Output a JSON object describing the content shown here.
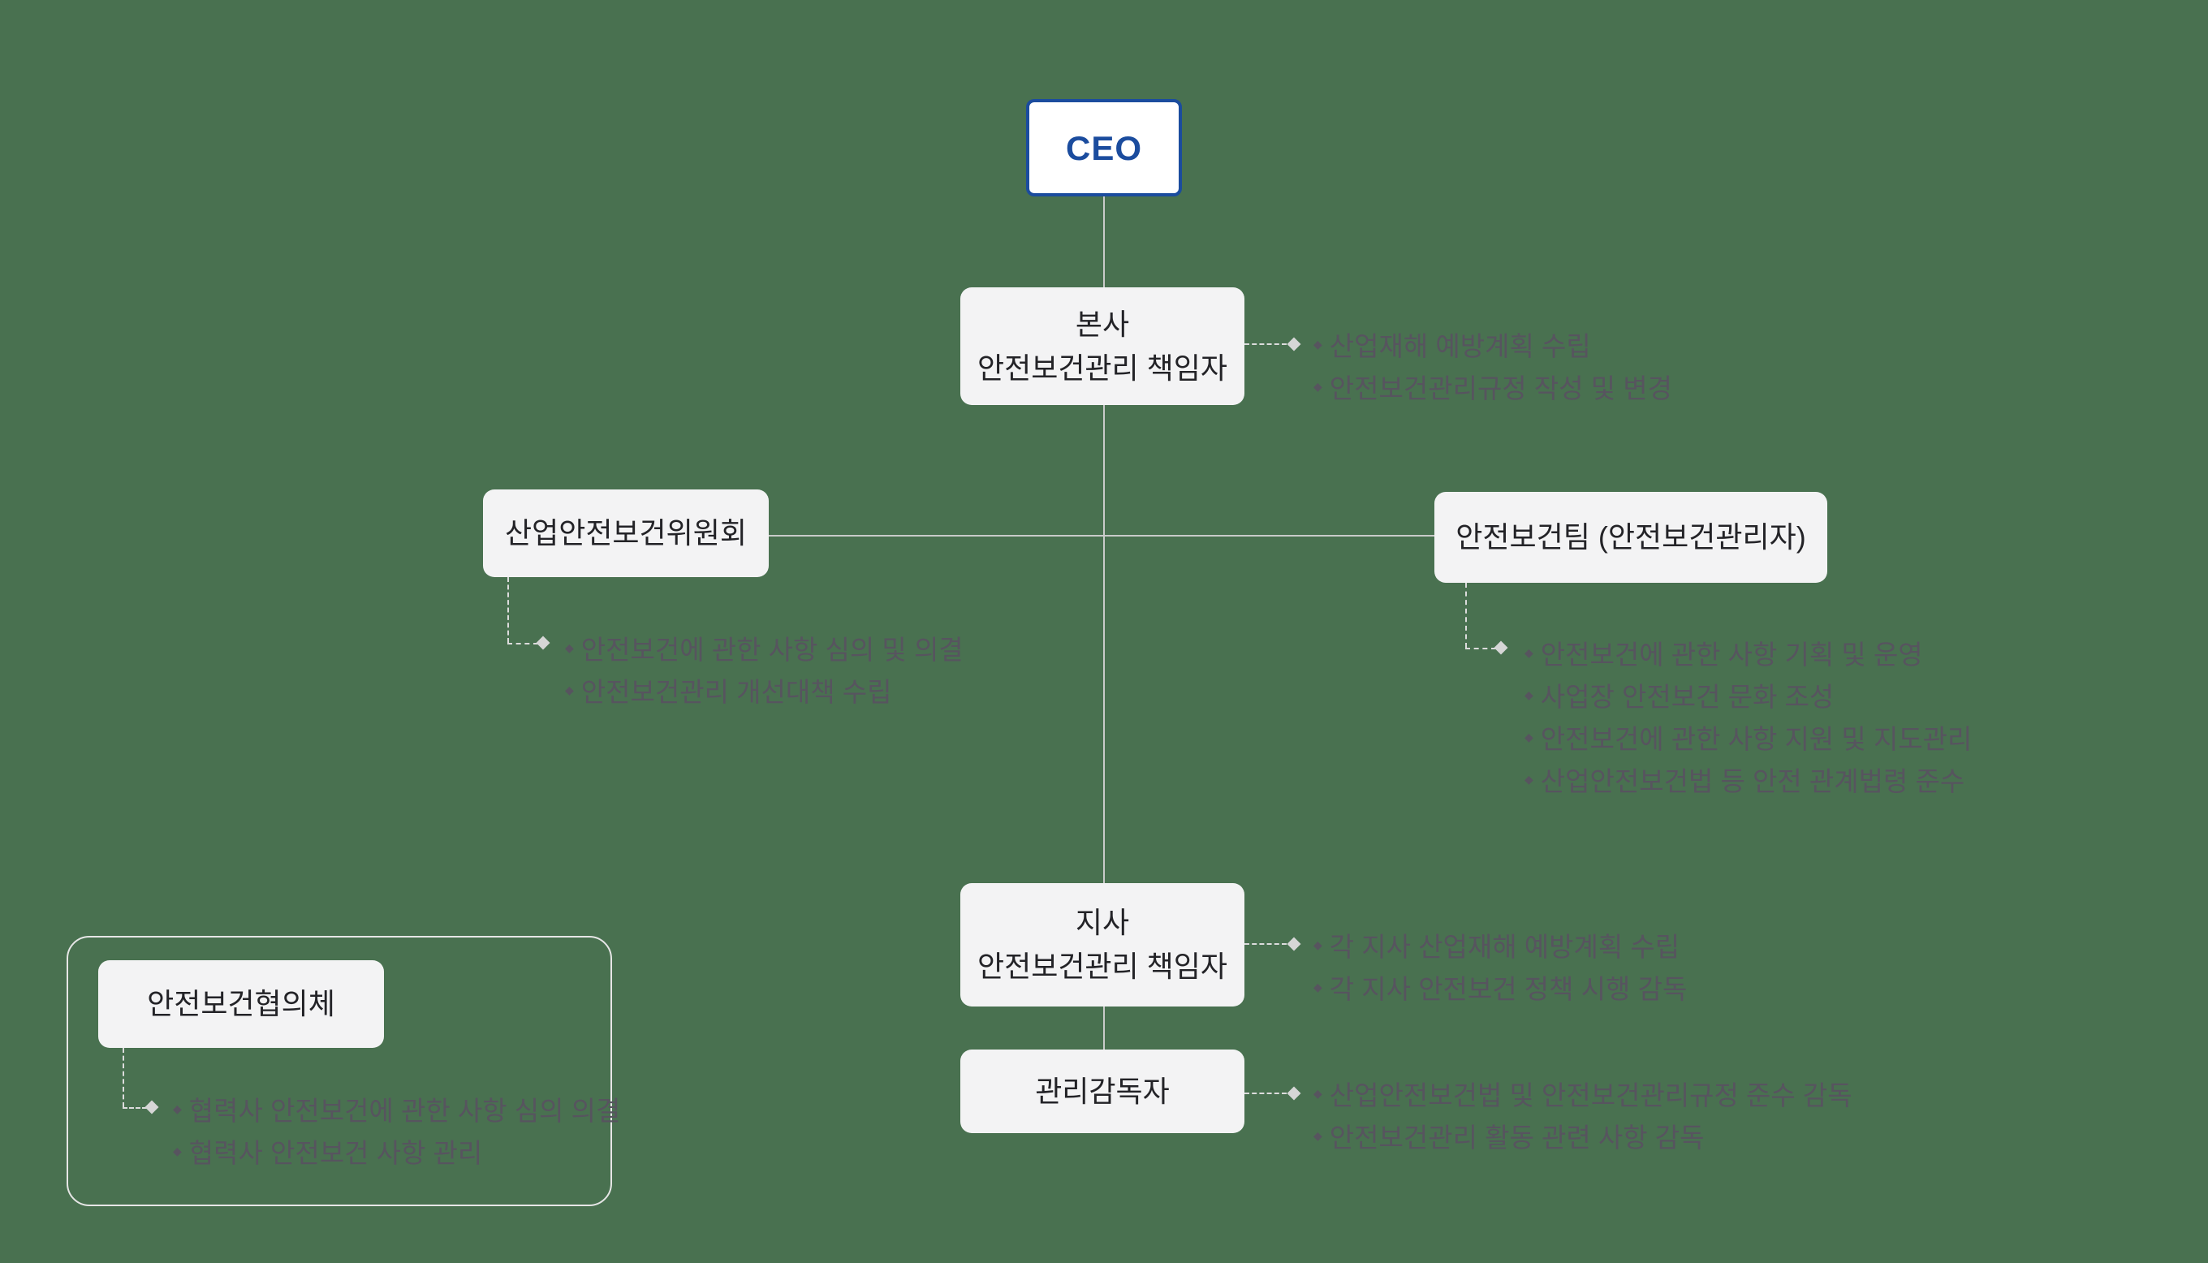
{
  "ui": {
    "bullet": "◆"
  },
  "colors": {
    "background": "#497150",
    "node_fill": "#f3f3f4",
    "ceo_accent": "#1b4c9e",
    "solid_line": "#c9cbc9",
    "dashed_line": "#dcdcdc",
    "annotation_text": "#57545f",
    "node_text": "#232327"
  },
  "org": {
    "ceo": {
      "label": "CEO"
    },
    "hq": {
      "label_line1": "본사",
      "label_line2": "안전보건관리 책임자",
      "duties": [
        "산업재해 예방계획 수립",
        "안전보건관리규정 작성 및 변경"
      ]
    },
    "committee": {
      "label": "산업안전보건위원회",
      "duties": [
        "안전보건에 관한 사항 심의 및 의결",
        "안전보건관리 개선대책 수립"
      ]
    },
    "team": {
      "label": "안전보건팀 (안전보건관리자)",
      "duties": [
        "안전보건에 관한 사항 기획 및 운영",
        "사업장 안전보건 문화 조성",
        "안전보건에 관한 사항 지원 및 지도관리",
        "산업안전보건법 등 안전 관계법령 준수"
      ]
    },
    "branch": {
      "label_line1": "지사",
      "label_line2": "안전보건관리 책임자",
      "duties": [
        "각 지사 산업재해 예방계획 수립",
        "각 지사 안전보건 정책 시행 감독"
      ]
    },
    "supervisor": {
      "label": "관리감독자",
      "duties": [
        "산업안전보건법 및 안전보건관리규정 준수 감독",
        "안전보건관리 활동 관련 사항 감독"
      ]
    },
    "council": {
      "label": "안전보건협의체",
      "duties": [
        "협력사 안전보건에 관한 사항 심의 의결",
        "협력사 안전보건 사항 관리"
      ]
    }
  }
}
